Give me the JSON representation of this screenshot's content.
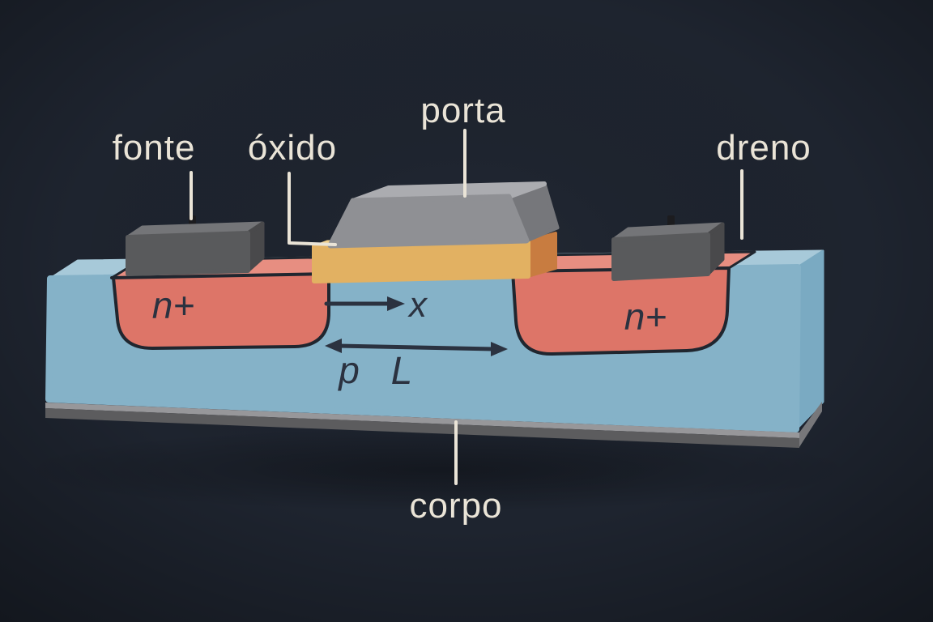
{
  "labels": {
    "fonte": "fonte",
    "oxido": "óxido",
    "porta": "porta",
    "dreno": "dreno",
    "corpo": "corpo"
  },
  "annotations": {
    "source_region": "n+",
    "drain_region": "n+",
    "substrate_type": "p",
    "position_axis": "x",
    "channel_length": "L"
  },
  "colors": {
    "background": "#1e242f",
    "body_front": "#85b2c8",
    "body_top": "#a7c9d9",
    "body_side": "#7aaac2",
    "well_front": "#dd7568",
    "well_top": "#e78e81",
    "outline": "#20262f",
    "oxide_front": "#e2b162",
    "oxide_top": "#f0d08e",
    "oxide_side": "#c87c40",
    "gate_front": "#8f9094",
    "gate_top": "#abacb0",
    "gate_side": "#76777b",
    "contact_front": "#595a5c",
    "contact_top": "#747578",
    "contact_side": "#49494b",
    "contact_pin": "#1c1c1f",
    "plate_front": "#5c5c5e",
    "plate_top": "#97979a",
    "plate_side": "#77777a",
    "label_text": "#eae4d7",
    "leader_line": "#eae4d7",
    "annotation_text": "#2b3240"
  }
}
